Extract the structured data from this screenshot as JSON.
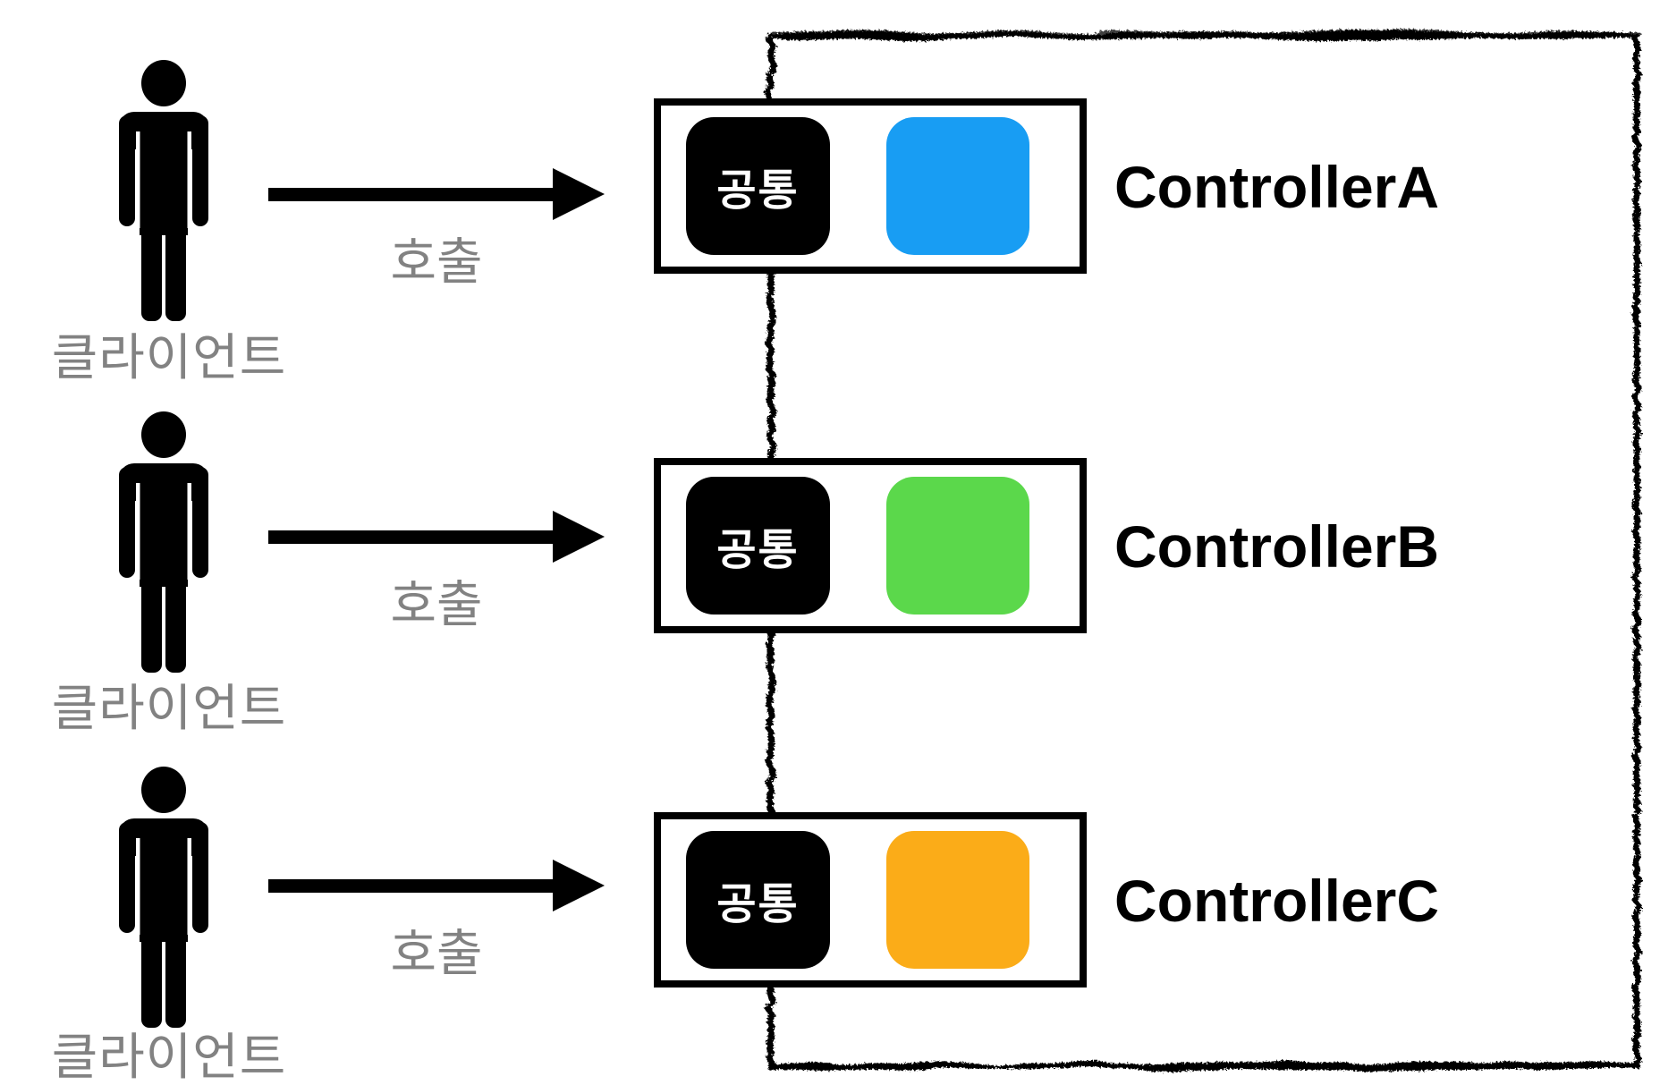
{
  "diagram": {
    "background": "#ffffff",
    "outline_color": "#000000",
    "gray_text_color": "#828282",
    "rows": [
      {
        "client_label": "클라이언트",
        "call_label": "호출",
        "controller_label": "ControllerA",
        "common_chip_label": "공통",
        "chip_color": "#189df3"
      },
      {
        "client_label": "클라이언트",
        "call_label": "호출",
        "controller_label": "ControllerB",
        "common_chip_label": "공통",
        "chip_color": "#5bd84b"
      },
      {
        "client_label": "클라이언트",
        "call_label": "호출",
        "controller_label": "ControllerC",
        "common_chip_label": "공통",
        "chip_color": "#fbac18"
      }
    ]
  }
}
